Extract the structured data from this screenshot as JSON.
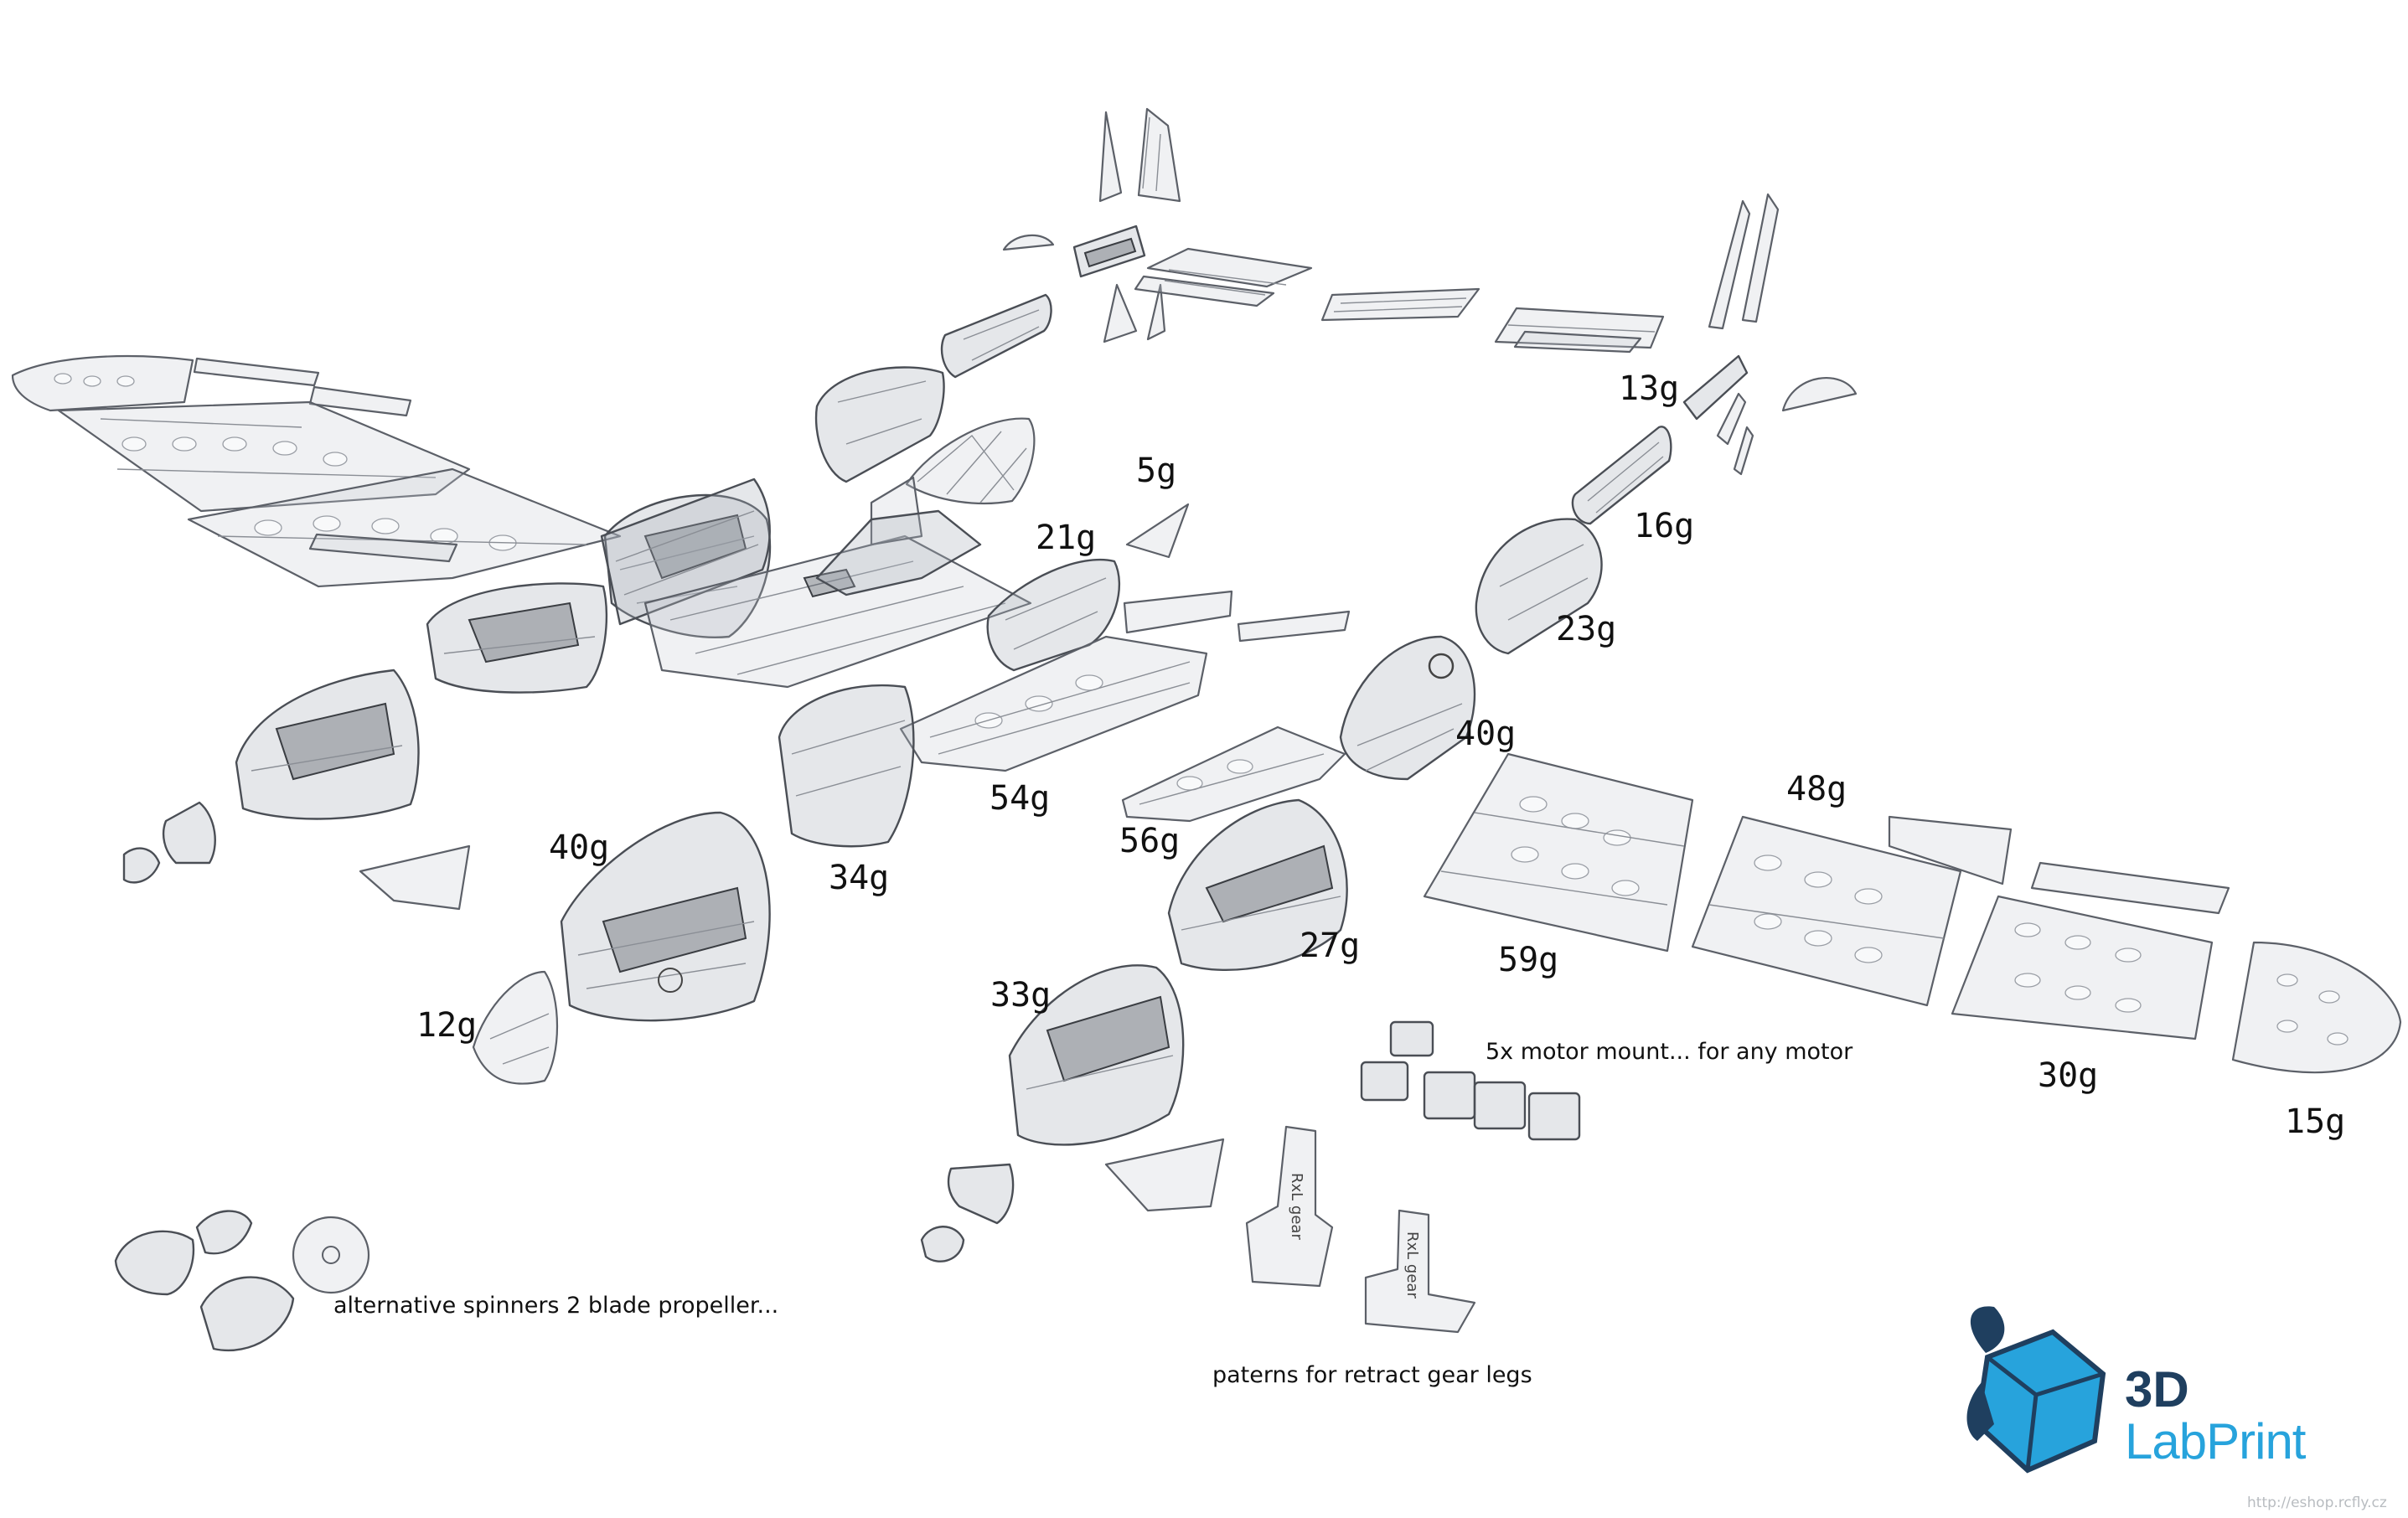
{
  "labels": {
    "w_5g": "5g",
    "w_13g": "13g",
    "w_16g": "16g",
    "w_21g": "21g",
    "w_23g": "23g",
    "w_40g_right": "40g",
    "w_48g": "48g",
    "w_54g": "54g",
    "w_56g": "56g",
    "w_40g_left": "40g",
    "w_34g": "34g",
    "w_27g": "27g",
    "w_59g": "59g",
    "w_12g": "12g",
    "w_33g": "33g",
    "w_30g": "30g",
    "w_15g": "15g"
  },
  "captions": {
    "motor_mount": "5x motor mount... for any motor",
    "spinners": "alternative spinners 2 blade propeller...",
    "gear_legs": "paterns for retract gear legs"
  },
  "logo": {
    "line1": "3D",
    "line2": "LabPrint",
    "url": "http://eshop.rcfly.cz",
    "colors": {
      "dark": "#1f3f5f",
      "accent": "#27a3dc"
    }
  },
  "gear_text": "RxL gear"
}
